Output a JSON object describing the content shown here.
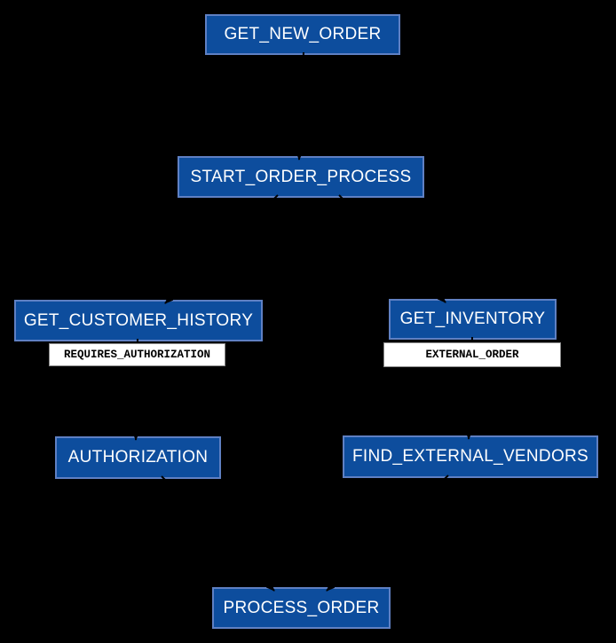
{
  "diagram": {
    "background_color": "#000000",
    "node_fill_color": "#0d4d9d",
    "node_border_color": "#5f80c3",
    "node_text_color": "#ffffff",
    "edge_color": "#000000",
    "edge_label_bg_color": "#ffffff",
    "edge_label_text_color": "#000000",
    "nodes": [
      {
        "id": "get_new_order",
        "label": "GET_NEW_ORDER"
      },
      {
        "id": "start_order_process",
        "label": "START_ORDER_PROCESS"
      },
      {
        "id": "get_customer_history",
        "label": "GET_CUSTOMER_HISTORY"
      },
      {
        "id": "get_inventory",
        "label": "GET_INVENTORY"
      },
      {
        "id": "authorization",
        "label": "AUTHORIZATION"
      },
      {
        "id": "find_external_vendors",
        "label": "FIND_EXTERNAL_VENDORS"
      },
      {
        "id": "process_order",
        "label": "PROCESS_ORDER"
      }
    ],
    "edge_labels": [
      {
        "id": "requires_authorization",
        "label": "REQUIRES_AUTHORIZATION"
      },
      {
        "id": "external_order",
        "label": "EXTERNAL_ORDER"
      }
    ],
    "edges": [
      {
        "from": "GET_NEW_ORDER",
        "to": "START_ORDER_PROCESS",
        "label": ""
      },
      {
        "from": "START_ORDER_PROCESS",
        "to": "GET_CUSTOMER_HISTORY",
        "label": ""
      },
      {
        "from": "START_ORDER_PROCESS",
        "to": "GET_INVENTORY",
        "label": ""
      },
      {
        "from": "GET_CUSTOMER_HISTORY",
        "to": "AUTHORIZATION",
        "label": "REQUIRES_AUTHORIZATION"
      },
      {
        "from": "GET_INVENTORY",
        "to": "FIND_EXTERNAL_VENDORS",
        "label": "EXTERNAL_ORDER"
      },
      {
        "from": "AUTHORIZATION",
        "to": "PROCESS_ORDER",
        "label": ""
      },
      {
        "from": "FIND_EXTERNAL_VENDORS",
        "to": "PROCESS_ORDER",
        "label": ""
      }
    ]
  }
}
